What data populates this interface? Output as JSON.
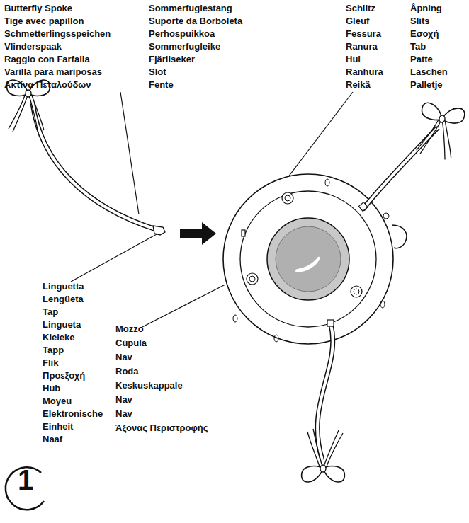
{
  "diagram": {
    "labels": [
      "Butterfly Spoke",
      "Tige avec papillon",
      "Schmetterlingsspeichen",
      "Vlinderspaak",
      "Raggio con Farfalla",
      "Varilla para mariposas",
      "Ακτίνα Πεταλούδων",
      "Sommerfuglestang",
      "Suporte da Borboleta",
      "Perhospuikkoa",
      "Sommerfugleike",
      "Fjärilseker",
      "Slot",
      "Fente",
      "Schlitz",
      "Gleuf",
      "Fessura",
      "Ranura",
      "Hul",
      "Ranhura",
      "Reikä",
      "Åpning",
      "Slits",
      "Εσοχή",
      "Tab",
      "Patte",
      "Laschen",
      "Palletje",
      "Linguetta",
      "Lengüeta",
      "Tap",
      "Lingueta",
      "Kieleke",
      "Tapp",
      "Flik",
      "Προεξοχή",
      "Hub",
      "Moyeu",
      "Elektronische Einheit",
      "Naaf",
      "Mozzo",
      "Cúpula",
      "Nav",
      "Roda",
      "Keskuskappale",
      "Nav",
      "Nav",
      "Άξονας Περιστροφής",
      "1"
    ]
  }
}
